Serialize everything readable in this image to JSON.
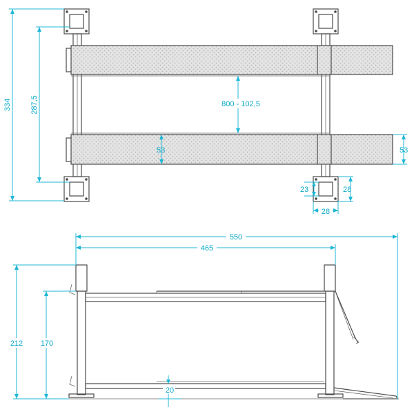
{
  "colors": {
    "dimension": "#1fb7d6",
    "dimension_text": "#0aa9c7",
    "outline": "#4a4a4a",
    "platform_fill": "#d8d8d8"
  },
  "top_view": {
    "dims": {
      "overall_depth": "334",
      "post_spacing": "287,5",
      "platform_gap": "800 - 102,5",
      "platform_width_inner": "53",
      "platform_width_right": "53",
      "plate_height": "28",
      "post_size": "23",
      "plate_width": "28"
    }
  },
  "side_view": {
    "dims": {
      "overall_length": "550",
      "post_spacing": "465",
      "overall_height": "212",
      "lift_height": "170",
      "min_height": "20"
    }
  }
}
